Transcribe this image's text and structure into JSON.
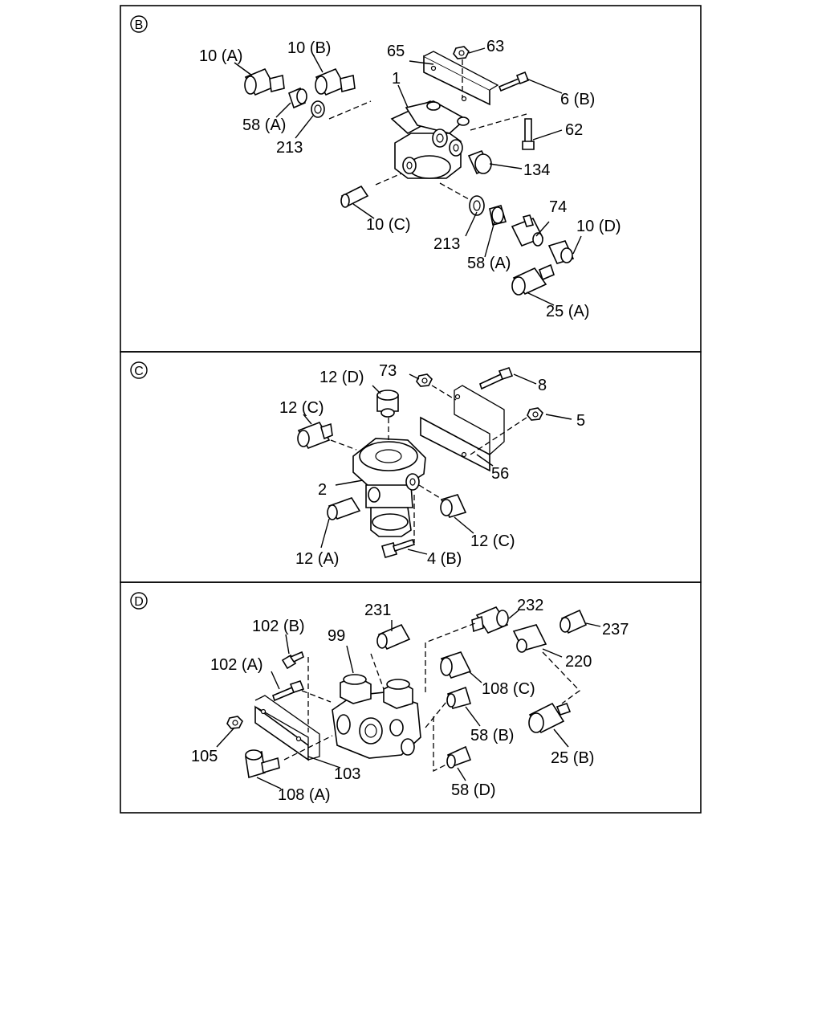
{
  "sections": [
    {
      "id": "B",
      "marker": "B",
      "labels": [
        "10 (A)",
        "10 (B)",
        "65",
        "63",
        "1",
        "6 (B)",
        "58 (A)",
        "213",
        "62",
        "134",
        "10 (C)",
        "74",
        "10 (D)",
        "213",
        "58 (A)",
        "25 (A)"
      ]
    },
    {
      "id": "C",
      "marker": "C",
      "labels": [
        "12 (D)",
        "73",
        "8",
        "12 (C)",
        "5",
        "56",
        "2",
        "12 (A)",
        "12 (C)",
        "4 (B)"
      ]
    },
    {
      "id": "D",
      "marker": "D",
      "labels": [
        "231",
        "232",
        "237",
        "102 (B)",
        "99",
        "220",
        "102 (A)",
        "108 (C)",
        "105",
        "58 (B)",
        "25 (B)",
        "103",
        "108 (A)",
        "58 (D)"
      ]
    }
  ]
}
